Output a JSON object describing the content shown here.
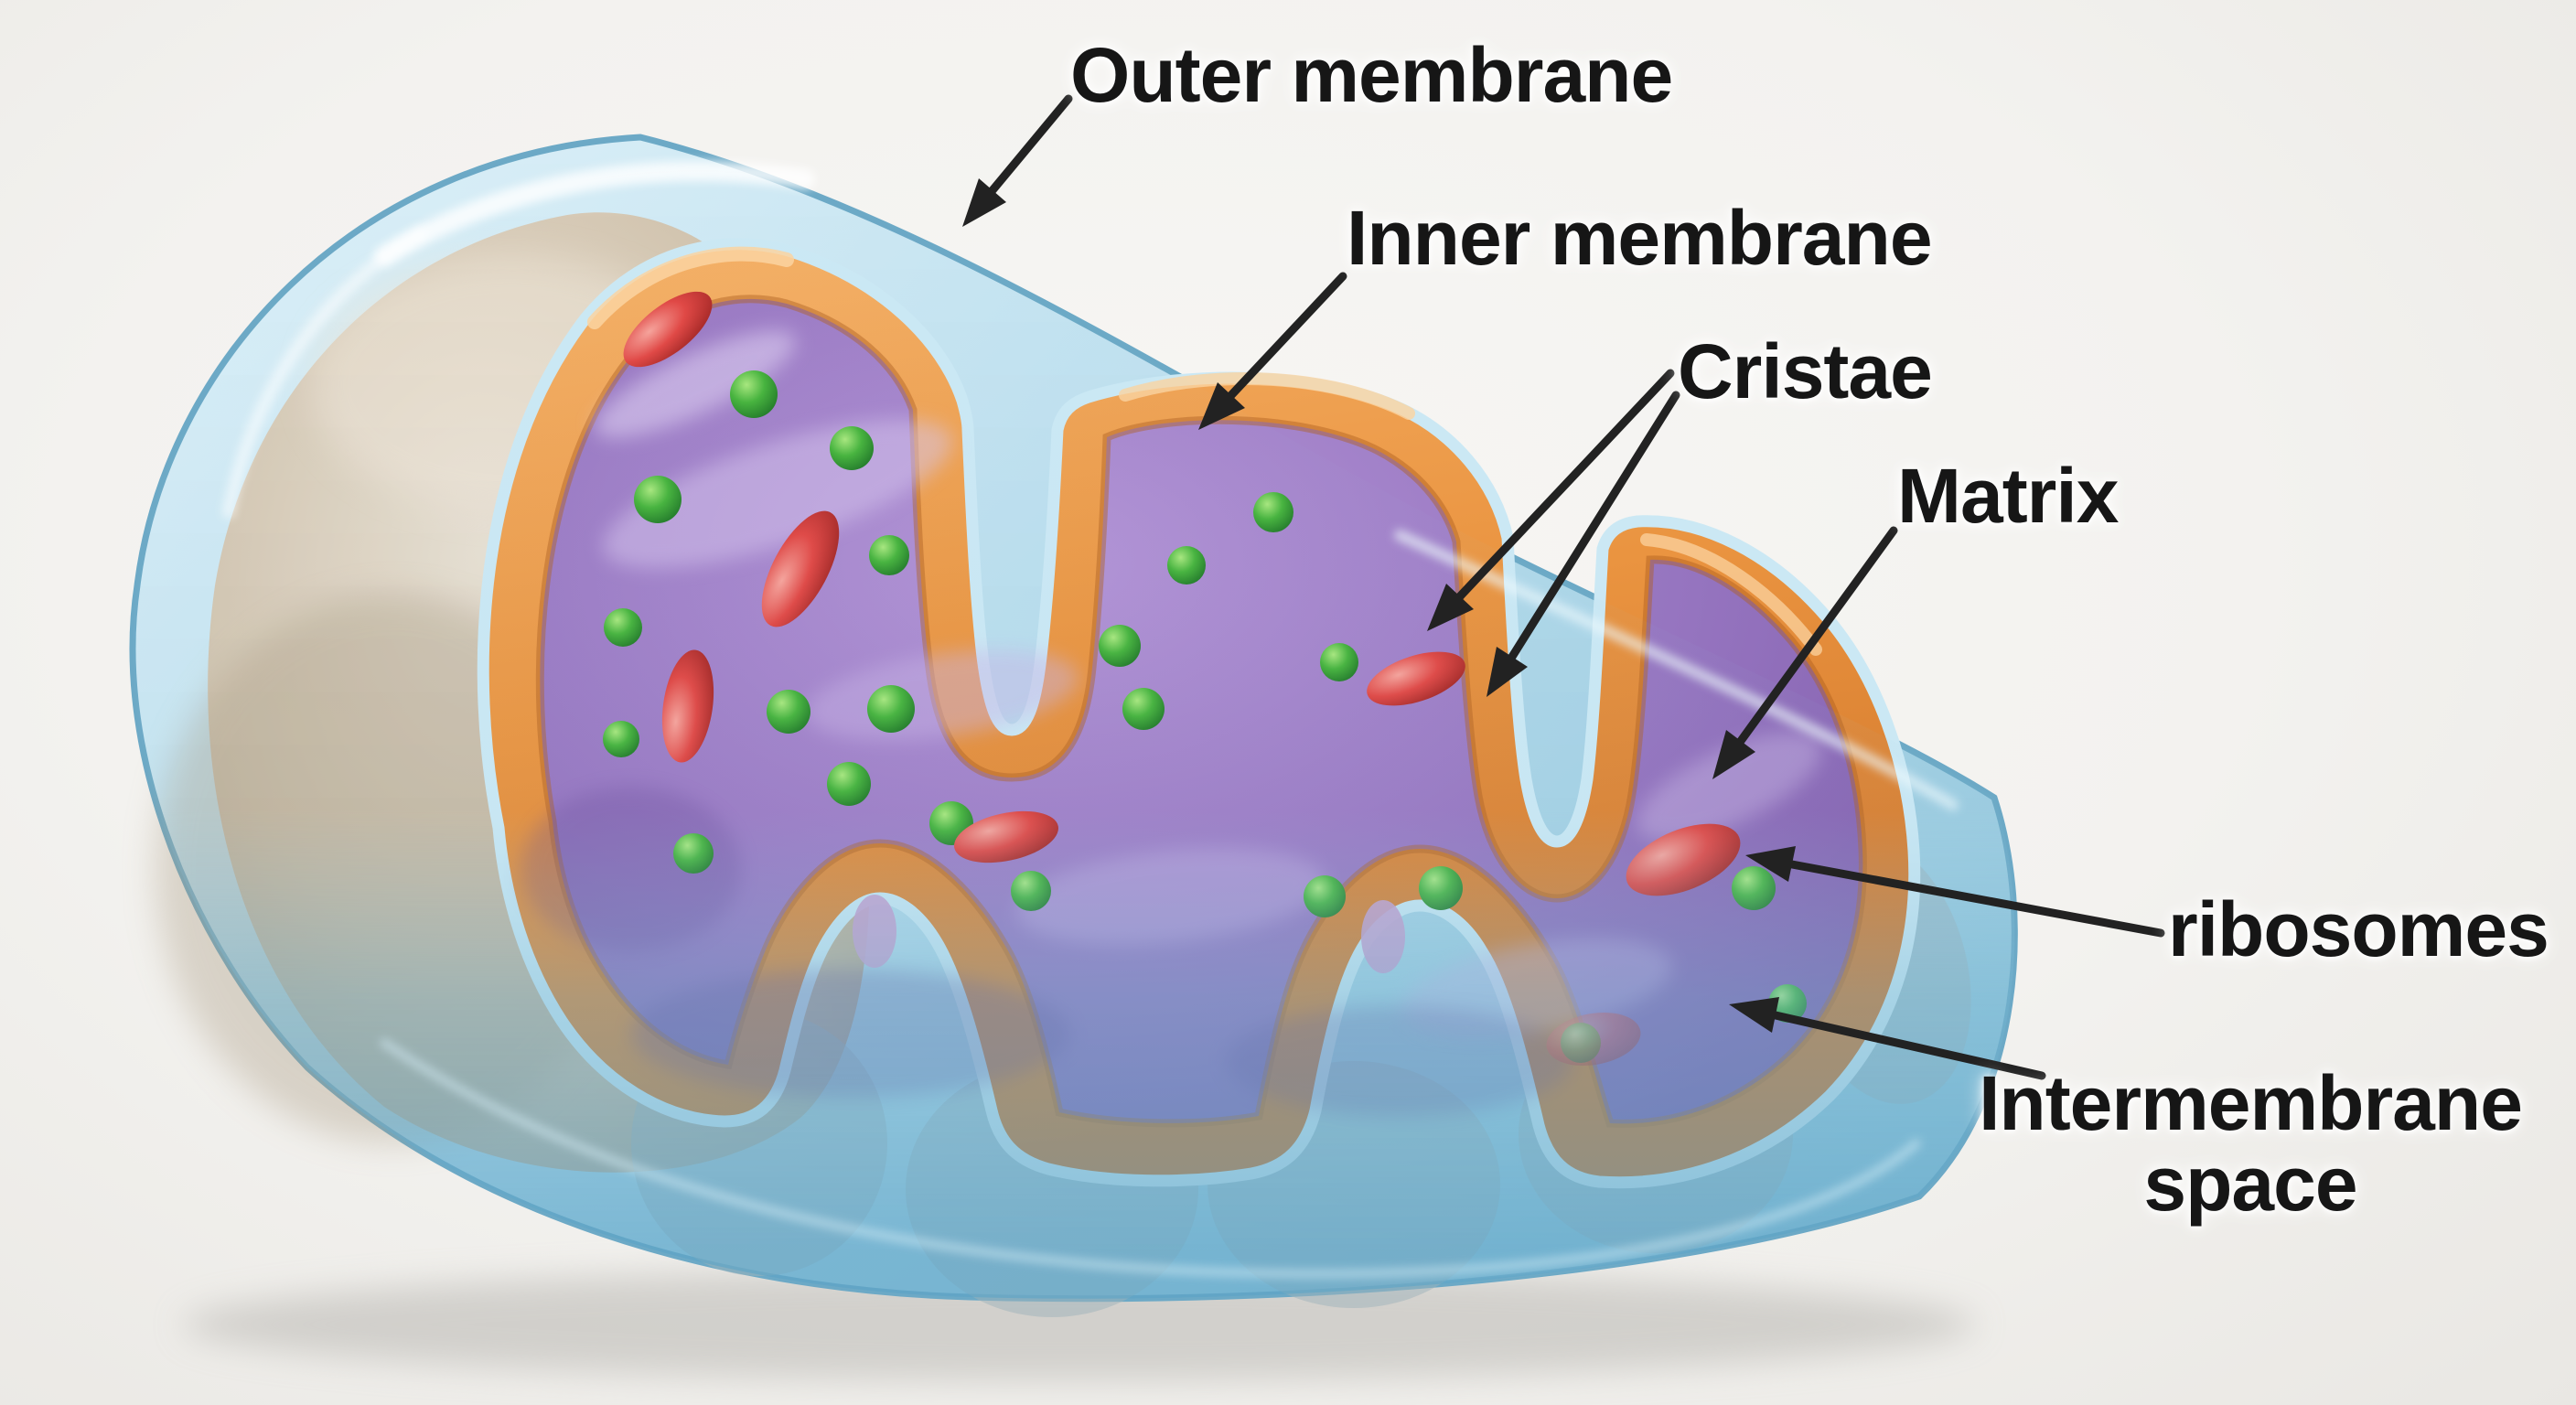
{
  "figure": {
    "title": "Mitochondrion cut-away diagram",
    "background": "#f3f2ef"
  },
  "labels": {
    "outer_membrane": "Outer membrane",
    "inner_membrane": "Inner membrane",
    "cristae": "Cristae",
    "matrix": "Matrix",
    "ribosomes": "ribosomes",
    "intermembrane_line1": "Intermembrane",
    "intermembrane_line2": "space"
  },
  "palette": {
    "outer_membrane_blue": "#a9d3e6",
    "outer_membrane_edge": "#6ca9c6",
    "inner_membrane_orange": "#e78f3a",
    "matrix_purple": "#9272bd",
    "granule_green": "#46b33c",
    "granule_red": "#e14744",
    "cut_body_tan": "#c6b6a1",
    "label_text": "#161616"
  }
}
